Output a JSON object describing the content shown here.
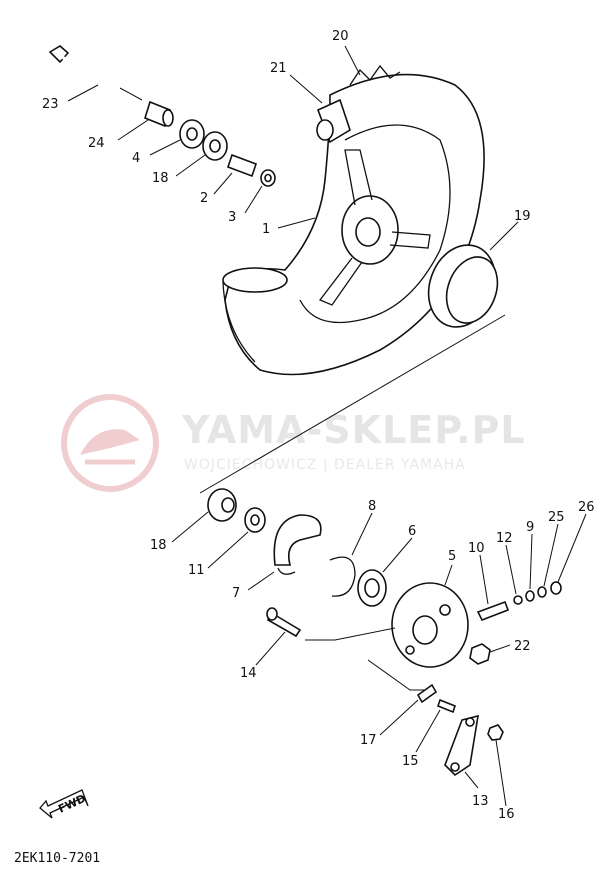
{
  "diagram": {
    "part_labels": [
      "23",
      "24",
      "4",
      "18",
      "2",
      "3",
      "1",
      "20",
      "21",
      "19",
      "18",
      "11",
      "7",
      "8",
      "6",
      "5",
      "10",
      "12",
      "9",
      "25",
      "26",
      "14",
      "22",
      "17",
      "15",
      "13",
      "16"
    ],
    "drawing_code": "2EK110-7201",
    "fwd_label": "FWD"
  },
  "watermark": {
    "brand": "YAMA-SKLEP.PL",
    "subtitle": "WOJCIECHOWICZ | DEALER YAMAHA",
    "logo_color": "#e8b9bd"
  }
}
